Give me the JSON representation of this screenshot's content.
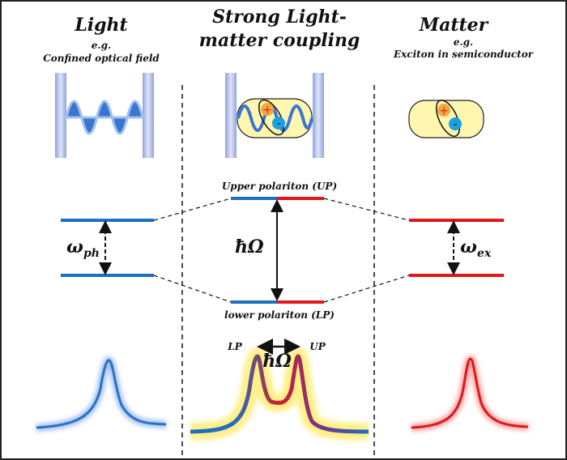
{
  "columns": {
    "light": {
      "title": "Light",
      "eg": "e.g.",
      "example": "Confined optical field",
      "symbol": "ω",
      "symbol_sub": "ph"
    },
    "coupling": {
      "title_line1": "Strong Light-",
      "title_line2": "matter coupling",
      "upper_label": "Upper polariton (UP)",
      "lower_label": "lower polariton (LP)",
      "splitting": "ħΩ",
      "lp": "LP",
      "up": "UP"
    },
    "matter": {
      "title": "Matter",
      "eg": "e.g.",
      "example": "Exciton in semiconductor",
      "symbol": "ω",
      "symbol_sub": "ex"
    }
  },
  "charges": {
    "plus": "+",
    "minus": "-"
  },
  "colors": {
    "photon": "#1f6fc0",
    "exciton": "#e01818",
    "capsule": "#fff6b0",
    "mirror": "#b8c6ea"
  }
}
